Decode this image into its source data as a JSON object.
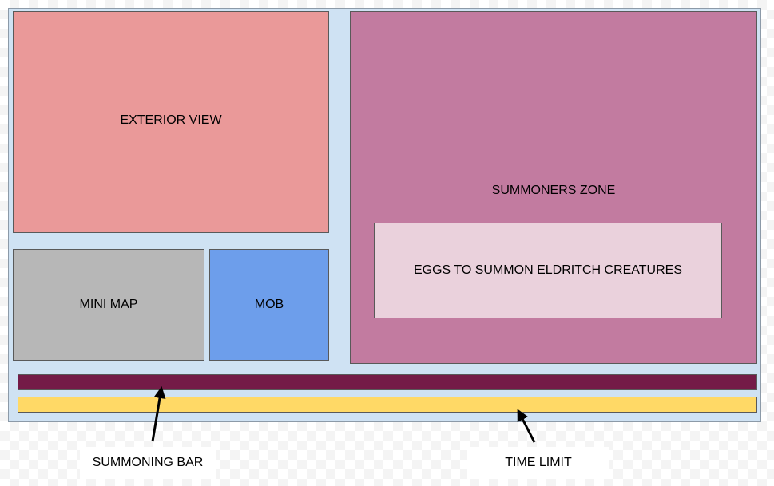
{
  "diagram": {
    "exterior_view": "EXTERIOR VIEW",
    "mini_map": "MINI MAP",
    "mob": "MOB",
    "summoners_zone": "SUMMONERS ZONE",
    "eggs": "EGGS TO SUMMON ELDRITCH CREATURES",
    "summoning_bar_label": "SUMMONING BAR",
    "time_limit_label": "TIME LIMIT"
  },
  "colors": {
    "frame": "#cfe2f3",
    "exterior_view": "#ea9999",
    "mini_map": "#b7b7b7",
    "mob": "#6d9eeb",
    "summoners_zone": "#c27ba0",
    "eggs": "#ead1dc",
    "summoning_bar": "#741b47",
    "time_limit_bar": "#ffd966"
  }
}
